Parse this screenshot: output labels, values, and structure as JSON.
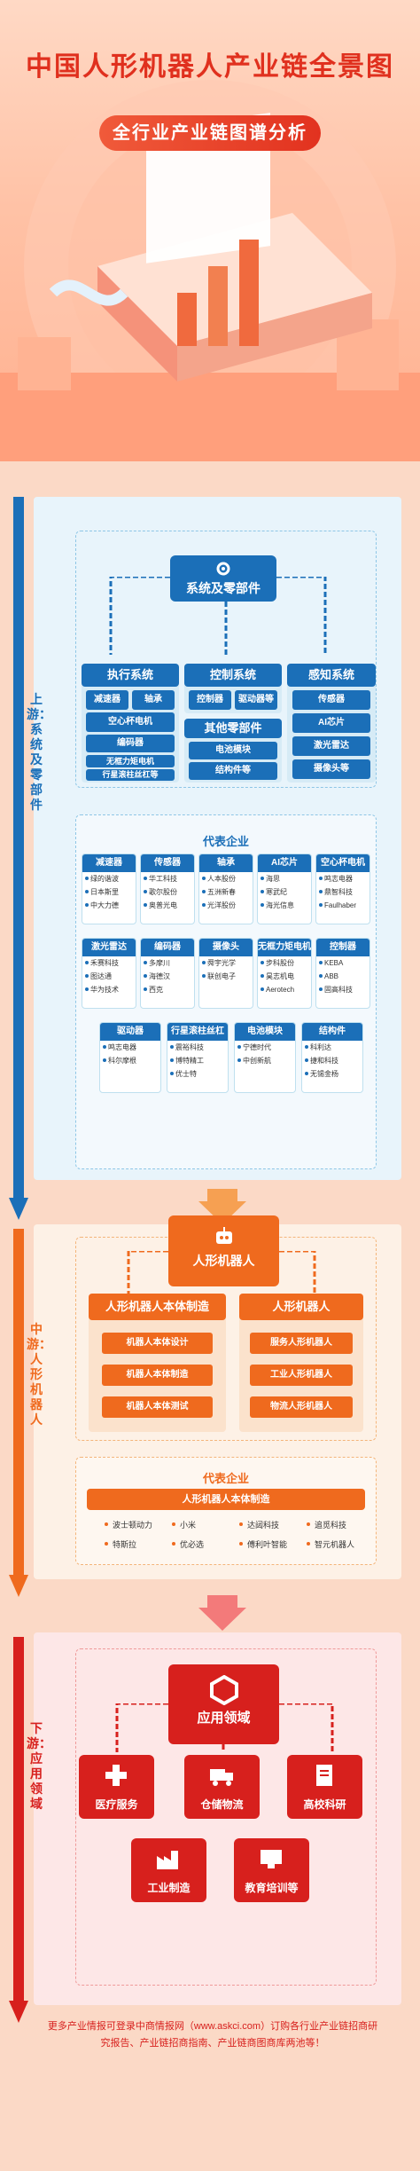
{
  "hero": {
    "title": "中国人形机器人产业链全景图",
    "subtitle": "全行业产业链图谱分析"
  },
  "colors": {
    "upstream": "#1b6fb8",
    "midstream": "#ef6a1e",
    "downstream": "#d7201d",
    "title": "#e0301e"
  },
  "upstream": {
    "label": "上游：系统及零部件",
    "main_node": "系统及零部件",
    "categories": [
      {
        "name": "执行系统",
        "items": [
          [
            "减速器",
            "轴承"
          ],
          [
            "空心杯电机"
          ],
          [
            "编码器"
          ],
          [
            "无框力矩电机"
          ],
          [
            "行星滚柱丝杠等"
          ]
        ]
      },
      {
        "name": "控制系统",
        "items": [
          [
            "控制器",
            "驱动器等"
          ]
        ]
      },
      {
        "name": "其他零部件",
        "items": [
          [
            "电池模块"
          ],
          [
            "结构件等"
          ]
        ]
      },
      {
        "name": "感知系统",
        "items": [
          [
            "传感器"
          ],
          [
            "AI芯片"
          ],
          [
            "激光雷达"
          ],
          [
            "摄像头等"
          ]
        ]
      }
    ],
    "companies_title": "代表企业",
    "companies": [
      {
        "name": "减速器",
        "list": [
          "绿的谐波",
          "日本斯里",
          "中大力德"
        ]
      },
      {
        "name": "传感器",
        "list": [
          "华工科技",
          "歌尔股份",
          "奥普光电"
        ]
      },
      {
        "name": "轴承",
        "list": [
          "人本股份",
          "五洲新春",
          "光洋股份"
        ]
      },
      {
        "name": "AI芯片",
        "list": [
          "海思",
          "寒武纪",
          "海光信息"
        ]
      },
      {
        "name": "空心杯电机",
        "list": [
          "鸣志电器",
          "鼎智科技",
          "Faulhaber"
        ]
      },
      {
        "name": "激光雷达",
        "list": [
          "禾赛科技",
          "图达通",
          "华为技术"
        ]
      },
      {
        "name": "编码器",
        "list": [
          "多摩川",
          "海德汉",
          "西克"
        ]
      },
      {
        "name": "摄像头",
        "list": [
          "舜宇光学",
          "联创电子"
        ]
      },
      {
        "name": "无框力矩电机",
        "list": [
          "步科股份",
          "昊志机电",
          "Aerotech"
        ]
      },
      {
        "name": "控制器",
        "list": [
          "KEBA",
          "ABB",
          "固高科技"
        ]
      },
      {
        "name": "驱动器",
        "list": [
          "鸣志电器",
          "科尔摩根"
        ]
      },
      {
        "name": "行星滚柱丝杠",
        "list": [
          "震裕科技",
          "博特精工",
          "优士特"
        ]
      },
      {
        "name": "电池模块",
        "list": [
          "宁德时代",
          "中创新航"
        ]
      },
      {
        "name": "结构件",
        "list": [
          "科利达",
          "捷和科技",
          "无锡金杨"
        ]
      }
    ]
  },
  "midstream": {
    "label": "中游：人形机器人",
    "main_node": "人形机器人",
    "branches": [
      {
        "name": "人形机器人本体制造",
        "items": [
          "机器人本体设计",
          "机器人本体制造",
          "机器人本体测试"
        ]
      },
      {
        "name": "人形机器人",
        "items": [
          "服务人形机器人",
          "工业人形机器人",
          "物流人形机器人"
        ]
      }
    ],
    "companies_title": "代表企业",
    "companies_header": "人形机器人本体制造",
    "companies": [
      [
        "波士顿动力",
        "小米",
        "达闼科技",
        "追觅科技"
      ],
      [
        "特斯拉",
        "优必选",
        "傅利叶智能",
        "智元机器人"
      ]
    ]
  },
  "downstream": {
    "label": "下游：应用领域",
    "main_node": "应用领域",
    "fields": [
      "医疗服务",
      "仓储物流",
      "高校科研",
      "工业制造",
      "教育培训等"
    ]
  },
  "footer": {
    "text": "更多产业情报可登录中商情报网（www.askci.com）订购各行业产业链招商研究报告、产业链招商指南、产业链商图商库两池等！"
  }
}
